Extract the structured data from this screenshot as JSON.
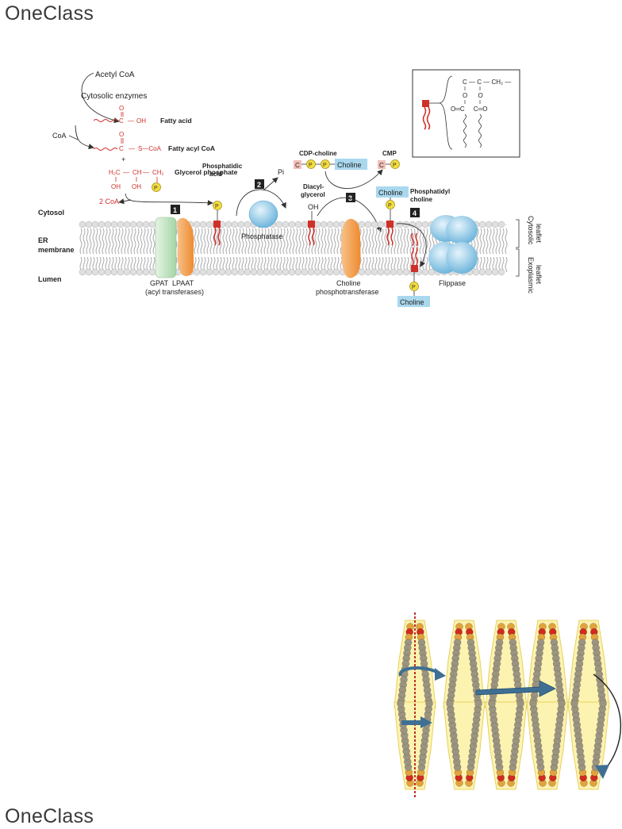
{
  "brand": {
    "name": "OneClass"
  },
  "pathway": {
    "acetyl_coa": "Acetyl CoA",
    "cytosolic_enzymes": "Cytosolic enzymes",
    "fatty_acid": "Fatty acid",
    "coa": "CoA",
    "fatty_acyl_coa": "Fatty acyl CoA",
    "plus": "+",
    "glycerol_phosphate": "Glycerol phosphate",
    "two_coa": "2 CoA",
    "phosphatidic_acid": [
      "Phosphatidic",
      "acid"
    ],
    "pi": "Pi",
    "cdp_choline": "CDP-choline",
    "cmp": "CMP",
    "diacylglycerol": [
      "Diacyl-",
      "glycerol"
    ],
    "oh": "OH",
    "choline": "Choline",
    "phosphatidylcholine": [
      "Phosphatidyl",
      "choline"
    ],
    "steps": [
      "1",
      "2",
      "3",
      "4"
    ]
  },
  "chem": {
    "o": "O",
    "c": "C",
    "oh": "OH",
    "s_coa": "S—CoA",
    "h2c": "H₂C",
    "ch": "CH",
    "ch2": "CH₂",
    "p": "P"
  },
  "membrane": {
    "cytosol": "Cytosol",
    "er_membrane": [
      "ER",
      "membrane"
    ],
    "lumen": "Lumen",
    "cytosolic_leaflet": [
      "Cytosolic",
      "leaflet"
    ],
    "exoplasmic_leaflet": [
      "Exoplasmic",
      "leaflet"
    ]
  },
  "enzymes": {
    "gpat_lpaat": "GPAT  LPAAT",
    "acyl_transferases": "(acyl transferases)",
    "phosphatase": "Phosphatase",
    "choline_phosphotransferase": [
      "Choline",
      "phosphotransferase"
    ],
    "flippase": "Flippase"
  },
  "inset": {
    "row1": "C — C — CH₂ —",
    "row2": "O      O",
    "row3": "O═C     C═O"
  },
  "colors": {
    "red": "#d0302a",
    "choline_box": "#a9d8ee",
    "phosphate": "#f3dd3d",
    "gpat": "#bfe3c0",
    "lpaat": "#f4a04c",
    "phosphatase": "#8cc8e8",
    "flippase": "#7ec0e0",
    "headgroup": "#d8d8d8",
    "arrow_blue": "#3f6f93"
  }
}
